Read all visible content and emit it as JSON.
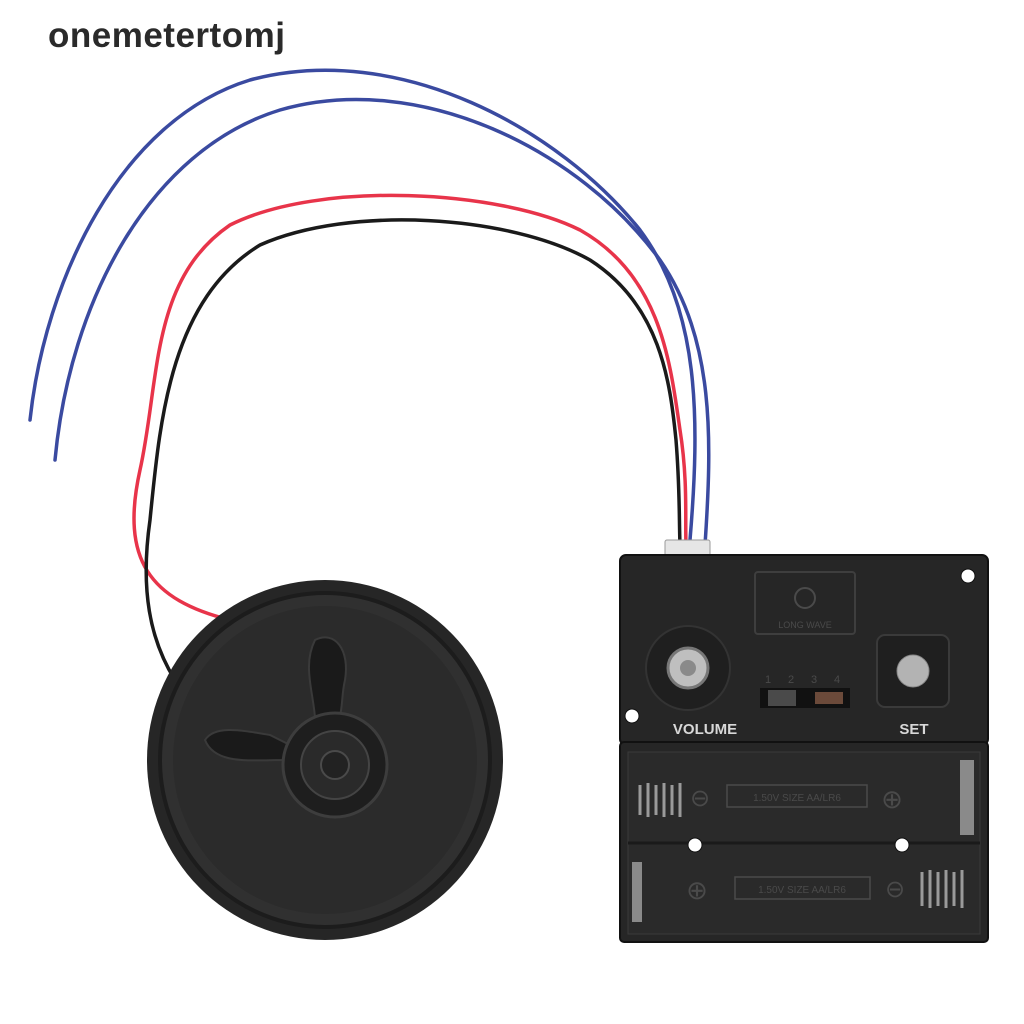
{
  "watermark": "onemetertomj",
  "module": {
    "logo_text": "LONG WAVE",
    "volume_label": "VOLUME",
    "set_label": "SET",
    "switch_numbers": [
      "1",
      "2",
      "3",
      "4"
    ]
  },
  "battery_holder": {
    "slot_top_text": "1.50V SIZE AA/LR6",
    "slot_bottom_text": "1.50V SIZE AA/LR6",
    "plus_symbol": "⊕",
    "minus_symbol": "⊖"
  },
  "colors": {
    "wire_blue": "#3a4aa0",
    "wire_red": "#e8344a",
    "wire_black": "#1a1a1a",
    "plastic": "#262626"
  }
}
